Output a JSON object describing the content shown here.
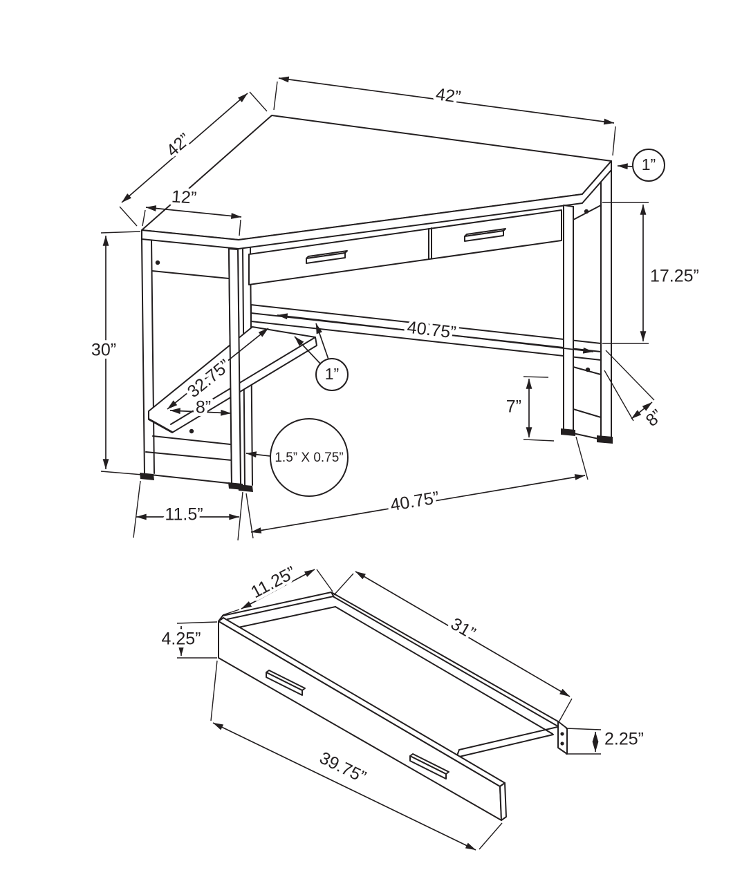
{
  "page": {
    "background": "#ffffff",
    "line_color": "#231f20",
    "description": "Technical dimension drawing of a corner computer desk (top) and its storage drawer (bottom)",
    "units": "inches"
  },
  "desk_view": {
    "name": "corner desk assembled view",
    "labels": {
      "top_edge_left": "42”",
      "top_edge_right": "42”",
      "side_depth": "12”",
      "top_thickness": "1”",
      "apron_clearance": "17.25”",
      "shelf_length": "40.75”",
      "shelf_thickness": "1”",
      "corner_shelf_length": "32.75”",
      "corner_shelf_depth": "8”",
      "shelf_floor_gap": "7”",
      "right_shelf_depth": "8”",
      "frame_tube_size": "1.5” X 0.75”",
      "floor_span": "40.75”",
      "side_frame_width": "11.5”",
      "overall_height": "30”"
    }
  },
  "drawer_view": {
    "name": "drawer detail view",
    "labels": {
      "inner_depth": "11.25”",
      "front_height": "4.25”",
      "inner_length": "31”",
      "side_height": "2.25”",
      "front_length": "39.75”"
    }
  }
}
